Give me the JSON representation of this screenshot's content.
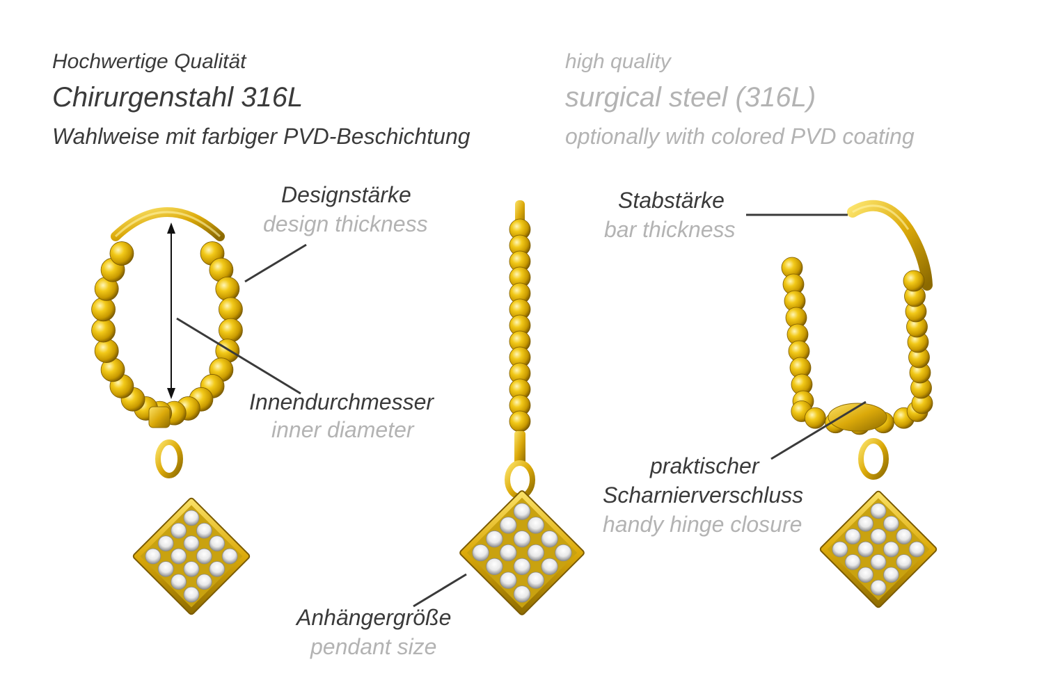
{
  "header": {
    "de": {
      "line1": "Hochwertige Qualität",
      "line2": "Chirurgenstahl 316L",
      "line3": "Wahlweise mit farbiger PVD-Beschichtung"
    },
    "en": {
      "line1": "high quality",
      "line2": "surgical steel (316L)",
      "line3": "optionally with colored PVD coating"
    }
  },
  "labels": {
    "design_thickness": {
      "de": "Designstärke",
      "en": "design thickness"
    },
    "inner_diameter": {
      "de": "Innendurchmesser",
      "en": "inner diameter"
    },
    "bar_thickness": {
      "de": "Stabstärke",
      "en": "bar thickness"
    },
    "hinge_closure": {
      "de_line1": "praktischer",
      "de_line2": "Scharnierverschluss",
      "en": "handy hinge closure"
    },
    "pendant_size": {
      "de": "Anhängergröße",
      "en": "pendant size"
    }
  },
  "colors": {
    "gold": "#e0b10c",
    "gold_dark": "#9a7400",
    "gold_light": "#fff3a8",
    "text_dark": "#3a3a3a",
    "text_light": "#b3b3b3",
    "leader_line": "#3a3a3a"
  }
}
